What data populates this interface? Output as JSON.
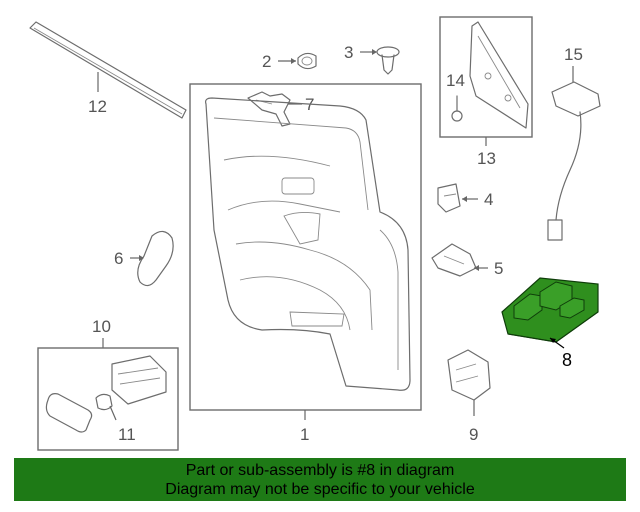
{
  "callouts": {
    "c1": "1",
    "c2": "2",
    "c3": "3",
    "c4": "4",
    "c5": "5",
    "c6": "6",
    "c7": "7",
    "c8": "8",
    "c9": "9",
    "c10": "10",
    "c11": "11",
    "c12": "12",
    "c13": "13",
    "c14": "14",
    "c15": "15"
  },
  "highlighted_part": "8",
  "colors": {
    "banner": "#1e7a16",
    "highlight": "#2f8f1e",
    "line": "#6d6d6d"
  },
  "banner": {
    "line1": "Part or sub-assembly is #8 in diagram",
    "line2": "Diagram may not be specific to your vehicle"
  }
}
